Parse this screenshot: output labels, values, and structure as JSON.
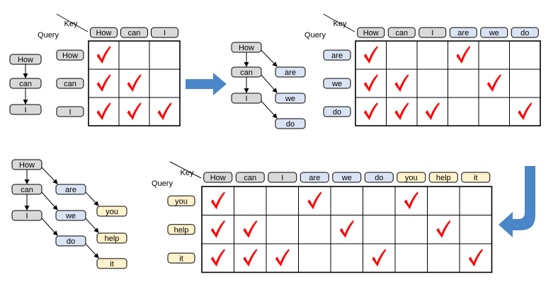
{
  "colors": {
    "gray_token": "#d9d9d9",
    "blue_token": "#dae3f3",
    "yellow_token": "#fff2cc",
    "check": "#ff0000",
    "arrow": "#4a86c8"
  },
  "panels": [
    {
      "key_label": "Key",
      "query_label": "Query",
      "keys": [
        {
          "text": "How",
          "kind": "gray"
        },
        {
          "text": "can",
          "kind": "gray"
        },
        {
          "text": "I",
          "kind": "gray"
        }
      ],
      "queries": [
        {
          "text": "How",
          "kind": "gray"
        },
        {
          "text": "can",
          "kind": "gray"
        },
        {
          "text": "I",
          "kind": "gray"
        }
      ],
      "mask": [
        [
          1,
          0,
          0
        ],
        [
          1,
          1,
          0
        ],
        [
          1,
          1,
          1
        ]
      ]
    },
    {
      "key_label": "Key",
      "query_label": "Query",
      "keys": [
        {
          "text": "How",
          "kind": "gray"
        },
        {
          "text": "can",
          "kind": "gray"
        },
        {
          "text": "I",
          "kind": "gray"
        },
        {
          "text": "are",
          "kind": "blue"
        },
        {
          "text": "we",
          "kind": "blue"
        },
        {
          "text": "do",
          "kind": "blue"
        }
      ],
      "queries": [
        {
          "text": "are",
          "kind": "blue"
        },
        {
          "text": "we",
          "kind": "blue"
        },
        {
          "text": "do",
          "kind": "blue"
        }
      ],
      "mask": [
        [
          1,
          0,
          0,
          1,
          0,
          0
        ],
        [
          1,
          1,
          0,
          0,
          1,
          0
        ],
        [
          1,
          1,
          1,
          0,
          0,
          1
        ]
      ]
    },
    {
      "key_label": "Key",
      "query_label": "Query",
      "keys": [
        {
          "text": "How",
          "kind": "gray"
        },
        {
          "text": "can",
          "kind": "gray"
        },
        {
          "text": "I",
          "kind": "gray"
        },
        {
          "text": "are",
          "kind": "blue"
        },
        {
          "text": "we",
          "kind": "blue"
        },
        {
          "text": "do",
          "kind": "blue"
        },
        {
          "text": "you",
          "kind": "yellow"
        },
        {
          "text": "help",
          "kind": "yellow"
        },
        {
          "text": "it",
          "kind": "yellow"
        }
      ],
      "queries": [
        {
          "text": "you",
          "kind": "yellow"
        },
        {
          "text": "help",
          "kind": "yellow"
        },
        {
          "text": "it",
          "kind": "yellow"
        }
      ],
      "mask": [
        [
          1,
          0,
          0,
          1,
          0,
          0,
          1,
          0,
          0
        ],
        [
          1,
          1,
          0,
          0,
          1,
          0,
          0,
          1,
          0
        ],
        [
          1,
          1,
          1,
          0,
          0,
          1,
          0,
          0,
          1
        ]
      ]
    }
  ],
  "trees": [
    {
      "nodes": [
        {
          "id": "how",
          "text": "How",
          "kind": "gray"
        },
        {
          "id": "can",
          "text": "can",
          "kind": "gray"
        },
        {
          "id": "i",
          "text": "I",
          "kind": "gray"
        }
      ],
      "edges": [
        [
          "how",
          "can"
        ],
        [
          "can",
          "i"
        ]
      ]
    },
    {
      "nodes": [
        {
          "id": "how",
          "text": "How",
          "kind": "gray"
        },
        {
          "id": "can",
          "text": "can",
          "kind": "gray"
        },
        {
          "id": "i",
          "text": "I",
          "kind": "gray"
        },
        {
          "id": "are",
          "text": "are",
          "kind": "blue"
        },
        {
          "id": "we",
          "text": "we",
          "kind": "blue"
        },
        {
          "id": "do",
          "text": "do",
          "kind": "blue"
        }
      ],
      "edges": [
        [
          "how",
          "can"
        ],
        [
          "can",
          "i"
        ],
        [
          "how",
          "are"
        ],
        [
          "can",
          "we"
        ],
        [
          "i",
          "do"
        ]
      ]
    },
    {
      "nodes": [
        {
          "id": "how",
          "text": "How",
          "kind": "gray"
        },
        {
          "id": "can",
          "text": "can",
          "kind": "gray"
        },
        {
          "id": "i",
          "text": "I",
          "kind": "gray"
        },
        {
          "id": "are",
          "text": "are",
          "kind": "blue"
        },
        {
          "id": "we",
          "text": "we",
          "kind": "blue"
        },
        {
          "id": "do",
          "text": "do",
          "kind": "blue"
        },
        {
          "id": "you",
          "text": "you",
          "kind": "yellow"
        },
        {
          "id": "help",
          "text": "help",
          "kind": "yellow"
        },
        {
          "id": "it",
          "text": "it",
          "kind": "yellow"
        }
      ],
      "edges": [
        [
          "how",
          "can"
        ],
        [
          "can",
          "i"
        ],
        [
          "how",
          "are"
        ],
        [
          "can",
          "we"
        ],
        [
          "i",
          "do"
        ],
        [
          "are",
          "you"
        ],
        [
          "we",
          "help"
        ],
        [
          "do",
          "it"
        ]
      ]
    }
  ]
}
